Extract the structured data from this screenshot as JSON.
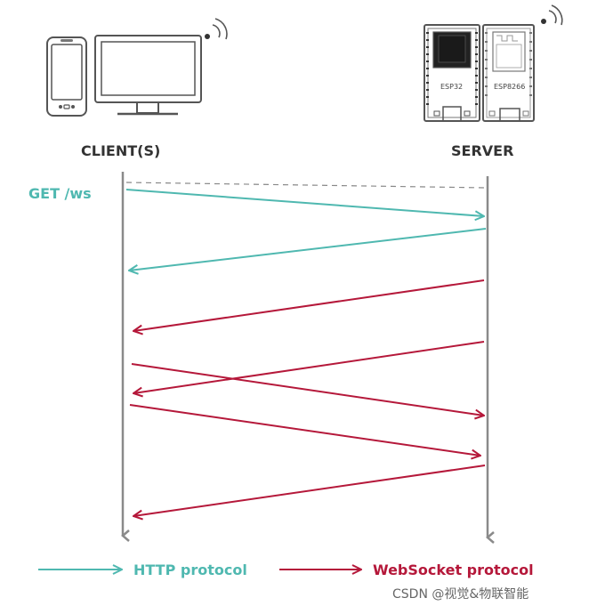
{
  "labels": {
    "client": "CLIENT(S)",
    "server": "SERVER",
    "request": "GET /ws",
    "chip_esp32": "ESP32",
    "chip_esp8266": "ESP8266"
  },
  "legend": {
    "http": "HTTP protocol",
    "websocket": "WebSocket protocol"
  },
  "watermark": "CSDN @视觉&物联智能",
  "colors": {
    "http": "#4fb8b0",
    "websocket": "#b5183a",
    "timeline": "#8a8a8a",
    "sketch": "#555555"
  },
  "icons": {
    "client_devices": [
      "phone-icon",
      "monitor-icon",
      "wifi-icon"
    ],
    "server_devices": [
      "esp32-board-icon",
      "esp8266-board-icon",
      "wifi-icon"
    ]
  }
}
